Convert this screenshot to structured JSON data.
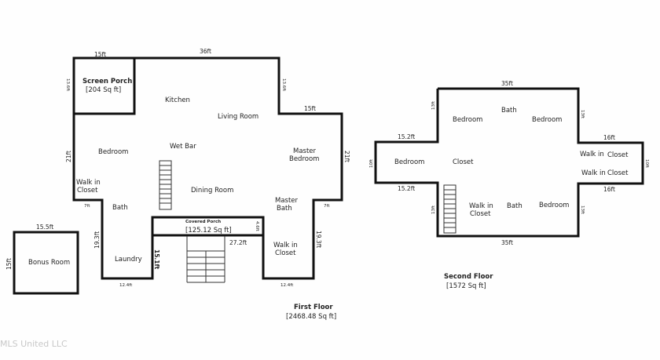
{
  "watermark": "MLS United LLC",
  "first_floor": {
    "title": "First Floor",
    "area": "[2468.48 Sq ft]",
    "rooms": {
      "screen_porch": "Screen Porch",
      "screen_porch_area": "[204 Sq ft]",
      "kitchen": "Kitchen",
      "living_room": "Living Room",
      "bedroom": "Bedroom",
      "wet_bar": "Wet Bar",
      "master_bedroom_1": "Master",
      "master_bedroom_2": "Bedroom",
      "walk_in_closet_left_1": "Walk in",
      "walk_in_closet_left_2": "Closet",
      "dining_room": "Dining Room",
      "bath": "Bath",
      "master_bath_1": "Master",
      "master_bath_2": "Bath",
      "covered_porch": "Covered Porch",
      "covered_porch_area": "[125.12 Sq ft]",
      "walk_in_closet_right_1": "Walk in",
      "walk_in_closet_right_2": "Closet",
      "laundry": "Laundry",
      "bonus_room": "Bonus Room"
    },
    "dims": {
      "top_left": "15ft",
      "top": "36ft",
      "screen_porch_side": "13.6ft",
      "right_upper": "13.6ft",
      "right_step": "15ft",
      "left_21": "21ft",
      "right_21": "21ft",
      "left_7": "7ft",
      "right_7": "7ft",
      "left_19": "19.3ft",
      "right_19": "19.3ft",
      "inner_15": "15.1ft",
      "porch_depth": "4.6ft",
      "porch_width": "27.2ft",
      "bottom_left": "12.4ft",
      "bottom_right": "12.4ft",
      "bonus_width": "15.5ft",
      "bonus_height": "15ft"
    }
  },
  "second_floor": {
    "title": "Second Floor",
    "area": "[1572 Sq ft]",
    "rooms": {
      "bedroom_top_left": "Bedroom",
      "bath_top": "Bath",
      "bedroom_top_right": "Bedroom",
      "bedroom_left": "Bedroom",
      "closet": "Closet",
      "walk_in_1": "Walk in",
      "closet_1": "Closet",
      "walk_in_2": "Walk in",
      "closet_2": "Closet",
      "walk_in_bottom_1": "Walk in",
      "walk_in_bottom_2": "Closet",
      "bath_bottom": "Bath",
      "bedroom_bottom": "Bedroom"
    },
    "dims": {
      "top": "35ft",
      "bottom": "35ft",
      "left_upper": "13ft",
      "right_upper": "13ft",
      "left_upper_w": "15.2ft",
      "left_lower_w": "15.2ft",
      "left_h": "10ft",
      "right_upper_w": "16ft",
      "right_lower_w": "16ft",
      "right_h": "10ft",
      "left_lower": "13ft",
      "right_lower": "13ft"
    }
  }
}
